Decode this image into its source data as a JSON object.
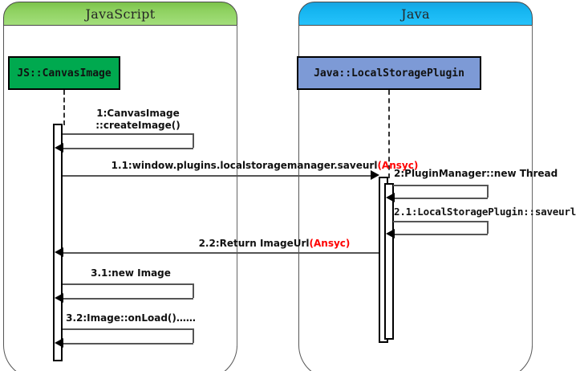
{
  "diagram": {
    "type": "uml-sequence-diagram",
    "title": "JavaScript to Java LocalStoragePlugin sequence"
  },
  "participants": [
    {
      "id": "javascript",
      "panel_label": "JavaScript",
      "object_label": "JS::CanvasImage",
      "panel_color": "#8ed160",
      "object_color": "#00a94f"
    },
    {
      "id": "java",
      "panel_label": "Java",
      "object_label": "Java::LocalStoragePlugin",
      "panel_color": "#15b5f0",
      "object_color": "#7d9ad6"
    }
  ],
  "colors": {
    "async_marker": "#ff0000",
    "line": "#555555",
    "border": "#000000"
  },
  "messages": [
    {
      "id": "m1",
      "number": "1",
      "kind": "self-call",
      "from": "javascript",
      "to": "javascript",
      "label_line1": "1:CanvasImage",
      "label_line2": "::createImage()",
      "async": ""
    },
    {
      "id": "m11",
      "number": "1.1",
      "kind": "call",
      "from": "javascript",
      "to": "java",
      "label": "1.1:window.plugins.localstoragemanager.saveurl",
      "async": "(Ansyc)"
    },
    {
      "id": "m2",
      "number": "2",
      "kind": "self-call",
      "from": "java",
      "to": "java",
      "label": "2:PluginManager::new Thread",
      "async": ""
    },
    {
      "id": "m21",
      "number": "2.1",
      "kind": "self-call",
      "from": "java",
      "to": "java",
      "label": "2.1:LocalStoragePlugin::saveurl",
      "async": "",
      "clipped_at_right_edge": true
    },
    {
      "id": "m22",
      "number": "2.2",
      "kind": "return",
      "from": "java",
      "to": "javascript",
      "label": "2.2:Return ImageUrl",
      "async": "(Ansyc)"
    },
    {
      "id": "m31",
      "number": "3.1",
      "kind": "self-call",
      "from": "javascript",
      "to": "javascript",
      "label": "3.1:new Image",
      "async": ""
    },
    {
      "id": "m32",
      "number": "3.2",
      "kind": "self-call",
      "from": "javascript",
      "to": "javascript",
      "label": "3.2:Image::onLoad()……",
      "async": ""
    }
  ]
}
